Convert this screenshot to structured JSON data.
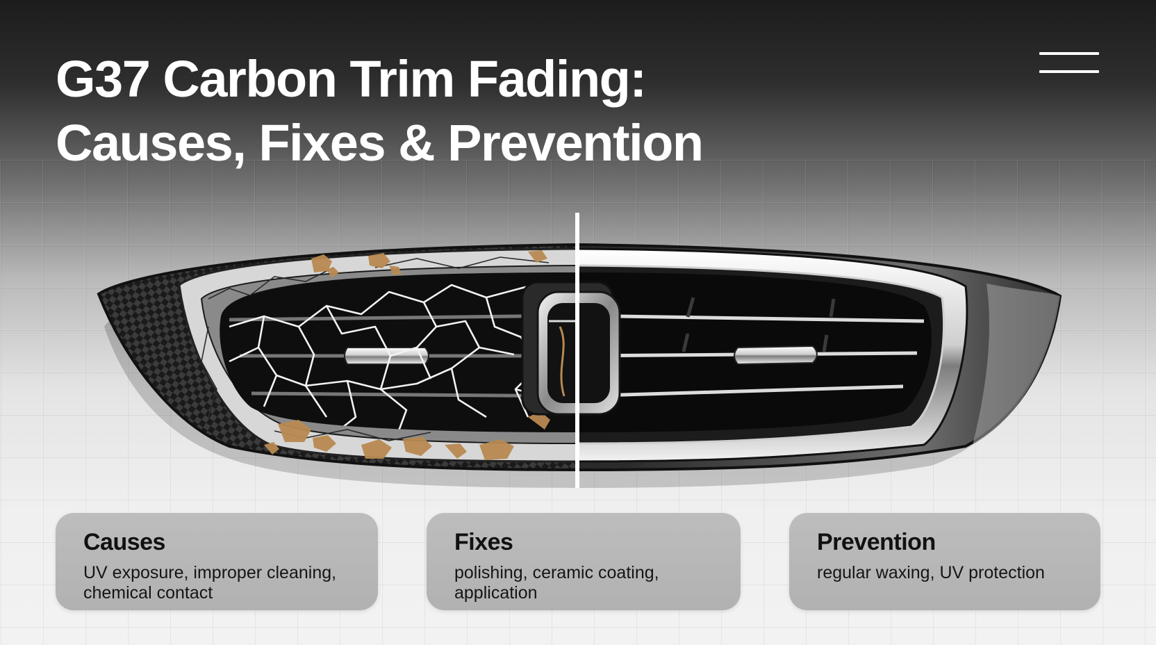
{
  "header": {
    "title_line1": "G37 Carbon Trim Fading:",
    "title_line2": "Causes, Fixes & Prevention"
  },
  "menu": {
    "icon": "hamburger-menu-icon"
  },
  "illustration": {
    "subject": "car-grille-trim",
    "left_half": "faded-cracked",
    "right_half": "restored-glossy",
    "colors": {
      "rust": "#b98a52",
      "chrome": "#e6e6e6",
      "dark": "#111111"
    }
  },
  "cards": [
    {
      "title": "Causes",
      "text": "UV exposure, improper cleaning, chemical contact"
    },
    {
      "title": "Fixes",
      "text": "polishing, ceramic coating, application"
    },
    {
      "title": "Prevention",
      "text": "regular waxing, UV protection"
    }
  ]
}
